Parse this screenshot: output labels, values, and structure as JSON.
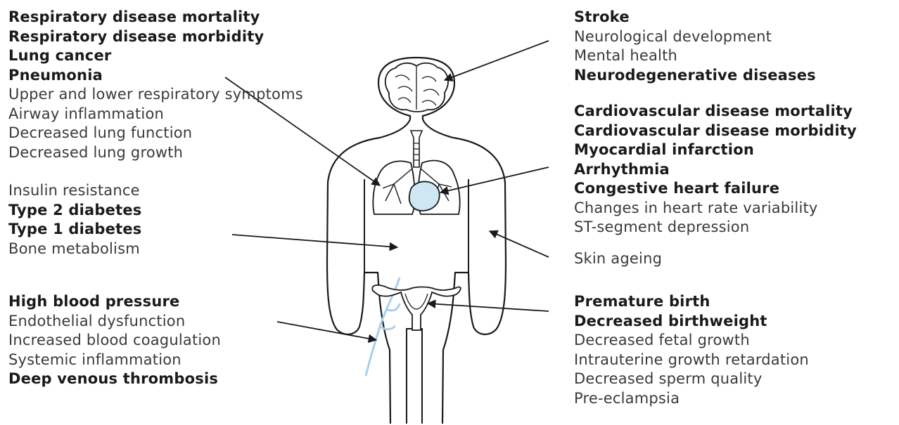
{
  "groups": {
    "respiratory": [
      {
        "text": "Respiratory disease mortality",
        "bold": true
      },
      {
        "text": "Respiratory disease morbidity",
        "bold": true
      },
      {
        "text": "Lung cancer",
        "bold": true
      },
      {
        "text": "Pneumonia",
        "bold": true
      },
      {
        "text": "Upper and lower respiratory symptoms",
        "bold": false
      },
      {
        "text": "Airway inflammation",
        "bold": false
      },
      {
        "text": "Decreased lung function",
        "bold": false
      },
      {
        "text": "Decreased lung growth",
        "bold": false
      }
    ],
    "metabolic": [
      {
        "text": "Insulin resistance",
        "bold": false
      },
      {
        "text": "Type 2 diabetes",
        "bold": true
      },
      {
        "text": "Type 1 diabetes",
        "bold": true
      },
      {
        "text": "Bone metabolism",
        "bold": false
      }
    ],
    "vascular": [
      {
        "text": "High blood pressure",
        "bold": true
      },
      {
        "text": "Endothelial dysfunction",
        "bold": false
      },
      {
        "text": "Increased blood coagulation",
        "bold": false
      },
      {
        "text": "Systemic inflammation",
        "bold": false
      },
      {
        "text": "Deep venous thrombosis",
        "bold": true
      }
    ],
    "neurological": [
      {
        "text": "Stroke",
        "bold": true
      },
      {
        "text": "Neurological development",
        "bold": false
      },
      {
        "text": "Mental health",
        "bold": false
      },
      {
        "text": "Neurodegenerative diseases",
        "bold": true
      }
    ],
    "cardiovascular": [
      {
        "text": "Cardiovascular disease mortality",
        "bold": true
      },
      {
        "text": "Cardiovascular disease morbidity",
        "bold": true
      },
      {
        "text": "Myocardial infarction",
        "bold": true
      },
      {
        "text": "Arrhythmia",
        "bold": true
      },
      {
        "text": "Congestive heart failure",
        "bold": true
      },
      {
        "text": "Changes in heart rate variability",
        "bold": false
      },
      {
        "text": "ST-segment depression",
        "bold": false
      }
    ],
    "skin": [
      {
        "text": "Skin ageing",
        "bold": false
      }
    ],
    "reproductive": [
      {
        "text": "Premature birth",
        "bold": true
      },
      {
        "text": "Decreased birthweight",
        "bold": true
      },
      {
        "text": "Decreased fetal growth",
        "bold": false
      },
      {
        "text": "Intrauterine growth retardation",
        "bold": false
      },
      {
        "text": "Decreased sperm quality",
        "bold": false
      },
      {
        "text": "Pre-eclampsia",
        "bold": false
      }
    ]
  },
  "colors": {
    "outline": "#1a1a1a",
    "organ_fill": "#cfe6f3",
    "vessel": "#a9d0ea"
  }
}
